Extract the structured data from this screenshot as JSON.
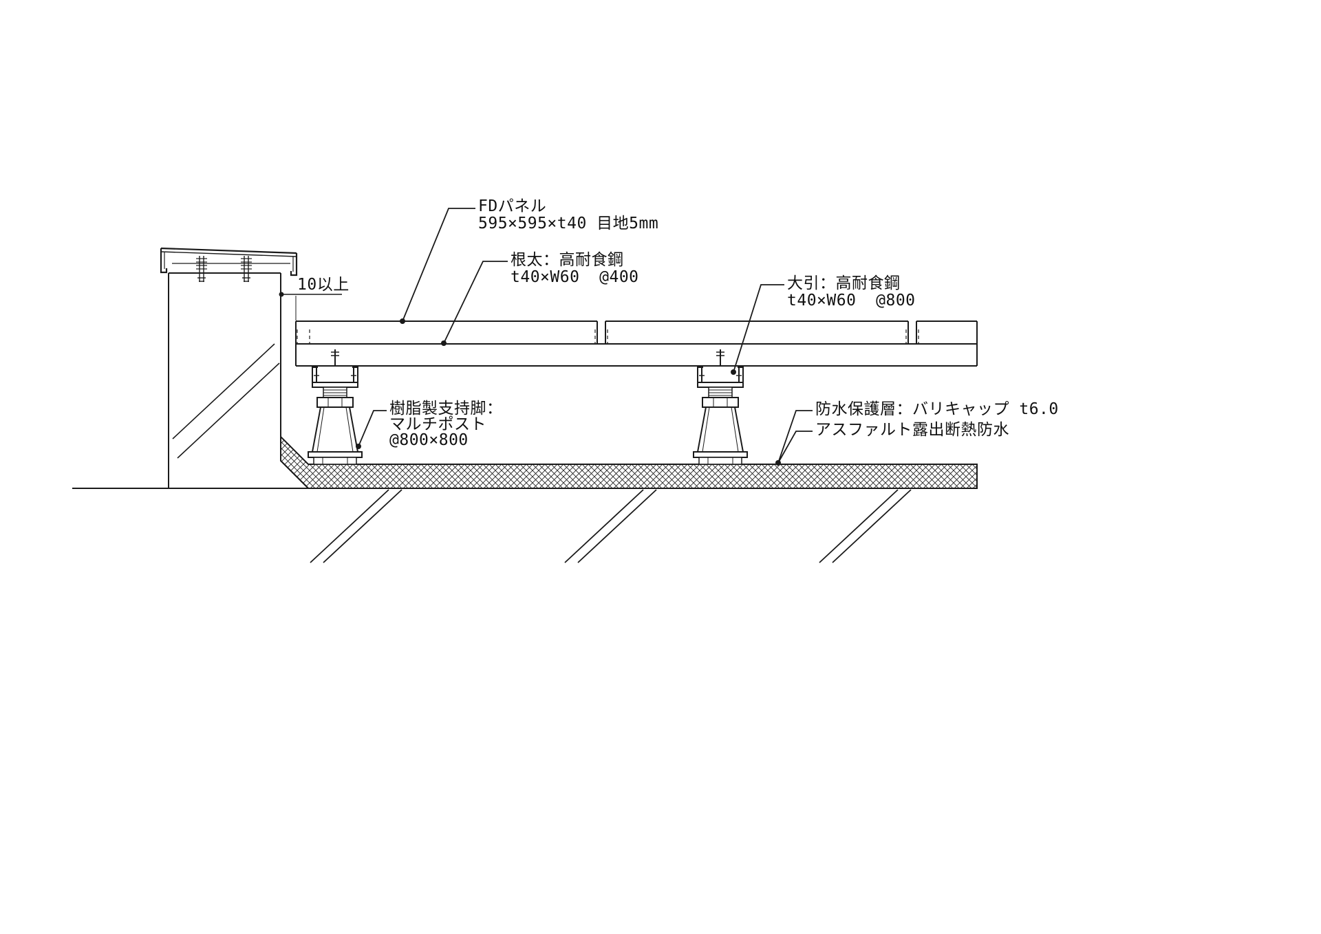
{
  "drawing": {
    "type": "roof-deck construction section detail",
    "colors": {
      "line": "#1a1a1a",
      "background": "#ffffff"
    }
  },
  "labels": {
    "fd_panel_1": "FDパネル",
    "fd_panel_2": "595×595×t40 目地5mm",
    "neda_1": "根太：高耐食鋼",
    "neda_2": "t40×W60  @400",
    "obiki_1": "大引：高耐食鋼",
    "obiki_2": "t40×W60  @800",
    "gap_dimension": "10以上",
    "pedestal_1": "樹脂製支持脚：",
    "pedestal_2": "マルチポスト",
    "pedestal_3": "@800×800",
    "waterproof": "防水保護層：バリキャップ t6.0",
    "asphalt": "アスファルト露出断熱防水"
  }
}
